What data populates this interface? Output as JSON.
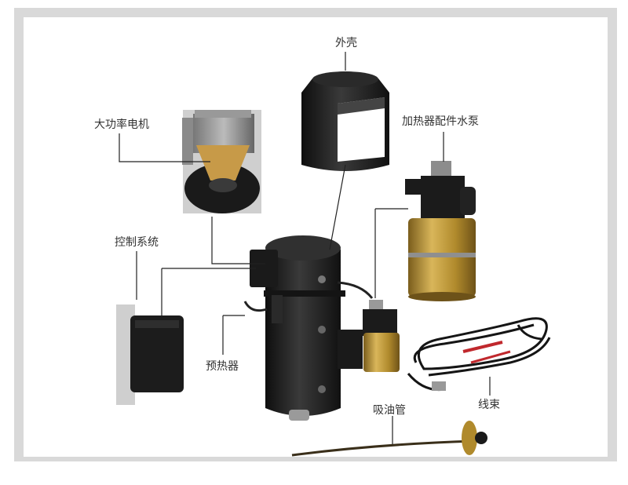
{
  "labels": {
    "housing": "外壳",
    "motor": "大功率电机",
    "pump": "加热器配件水泵",
    "control": "控制系统",
    "preheater": "预热器",
    "wire_harness": "线束",
    "fuel_pipe": "吸油管"
  },
  "colors": {
    "frame": "#d9d9d9",
    "body": "#1e1e1e",
    "brass": "#b8912f",
    "leader": "#222222",
    "wire_red": "#c0282d"
  }
}
